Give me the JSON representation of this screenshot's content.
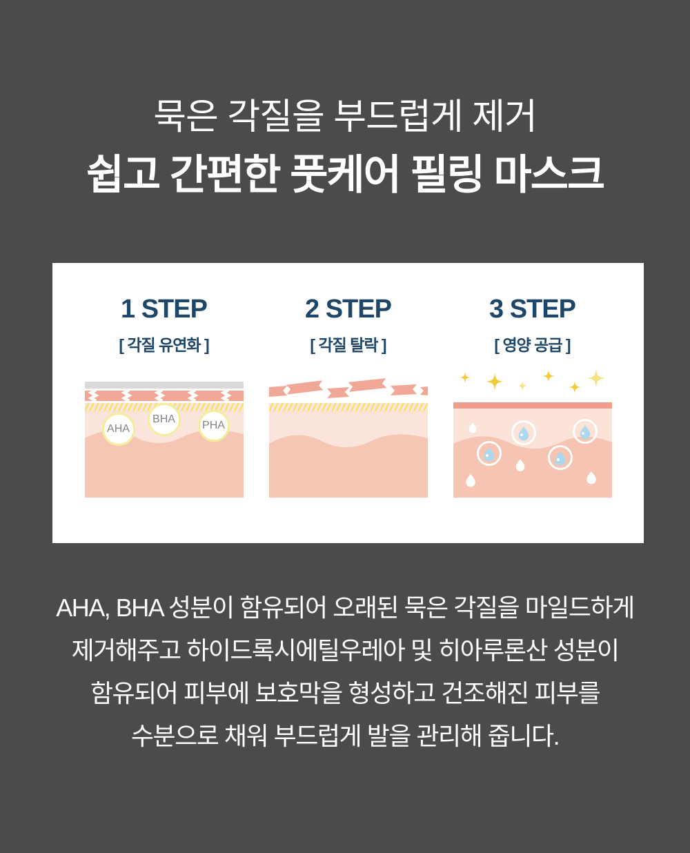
{
  "header": {
    "line1": "묵은 각질을 부드럽게 제거",
    "line2": "쉽고 간편한 풋케어 필링 마스크"
  },
  "steps": [
    {
      "title": "1 STEP",
      "subtitle": "[ 각질 유연화 ]",
      "ingredients": [
        "AHA",
        "BHA",
        "PHA"
      ]
    },
    {
      "title": "2 STEP",
      "subtitle": "[ 각질 탈락 ]"
    },
    {
      "title": "3 STEP",
      "subtitle": "[ 영양 공급 ]"
    }
  ],
  "description": {
    "lines": [
      "AHA, BHA 성분이 함유되어 오래된 묵은 각질을 마일드하게",
      "제거해주고 하이드록시에틸우레아 및 히아루론산 성분이",
      "함유되어 피부에 보호막을 형성하고 건조해진 피부를",
      "수분으로 채워 부드럽게 발을 관리해 줍니다."
    ]
  },
  "icons": {
    "sparkle": "star-sparkle",
    "water_drop": "water-drop",
    "zigzag_crack": "exfoliation-zigzag",
    "peeled_flake": "peeled-skin-flake"
  },
  "colors": {
    "background": "#4b4b4b",
    "card": "#ffffff",
    "navy_text": "#1e4668",
    "white_text": "#ffffff",
    "skin_light": "#fbe4dc",
    "skin_shadow": "#f6c6b4",
    "dead_skin_band": "#f0a796",
    "top_gray_bar": "#d9d9d9",
    "hatch_yellow": "#eee45f",
    "circle_border_yellow": "#f2ee9b",
    "sparkle_gold": "#f2cb35",
    "sparkle_pale": "#f6e483",
    "drop_blue": "#a9d8ef"
  }
}
